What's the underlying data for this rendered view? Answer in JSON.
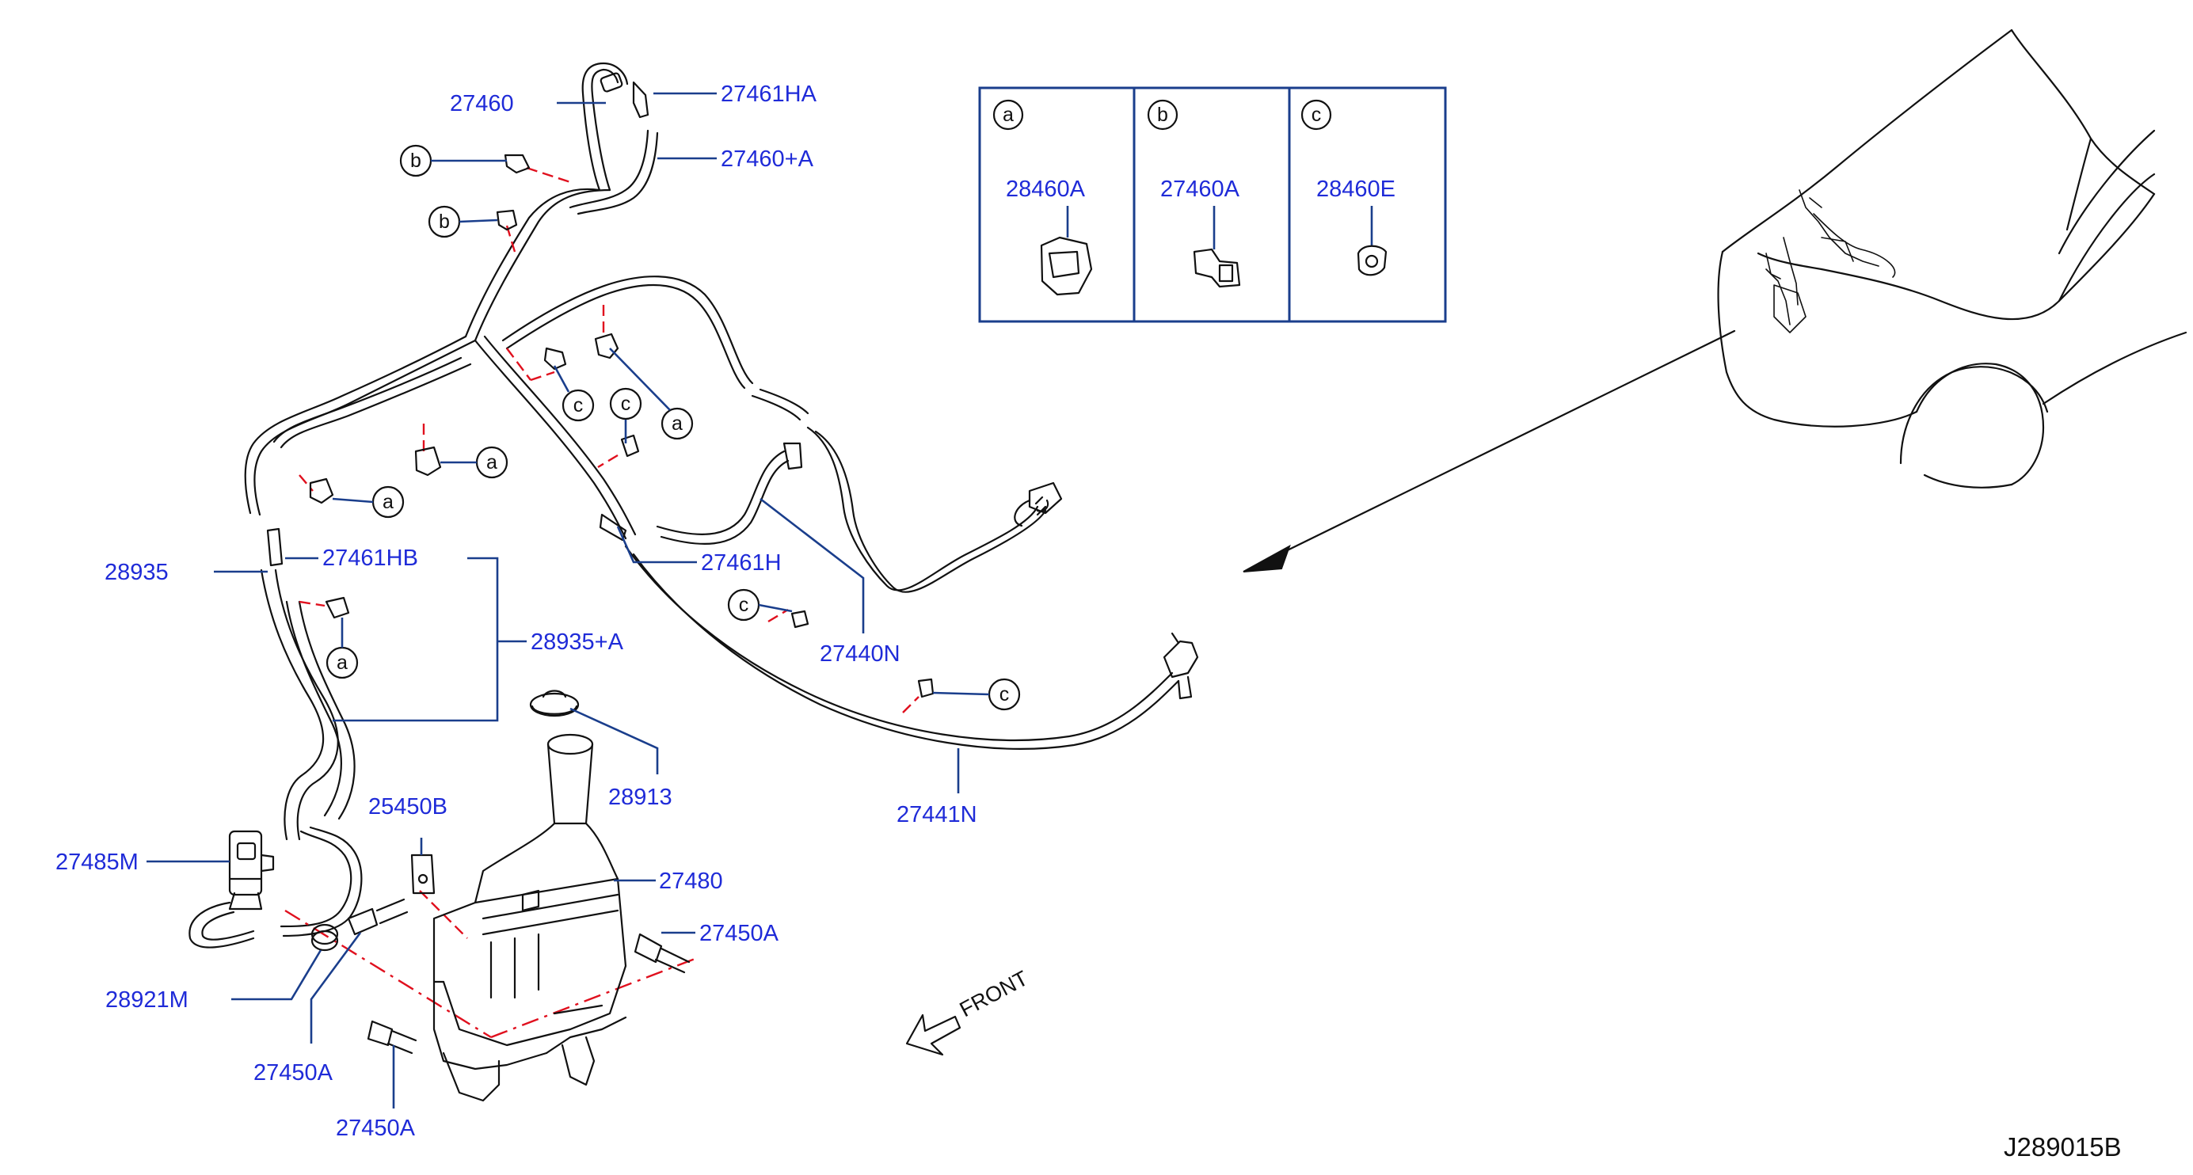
{
  "parts": {
    "p27460": "27460",
    "p27461HA": "27461HA",
    "p27460A_plus": "27460+A",
    "p28935": "28935",
    "p27461HB": "27461HB",
    "p28935A_plus": "28935+A",
    "p27461H": "27461H",
    "p27440N": "27440N",
    "p27441N": "27441N",
    "p28913": "28913",
    "p25450B": "25450B",
    "p27480": "27480",
    "p27450A_right": "27450A",
    "p27485M": "27485M",
    "p28921M": "28921M",
    "p27450A_bottom1": "27450A",
    "p27450A_bottom2": "27450A"
  },
  "callouts": {
    "a": "a",
    "b": "b",
    "c": "c"
  },
  "legend": [
    {
      "letter": "a",
      "part": "28460A"
    },
    {
      "letter": "b",
      "part": "27460A"
    },
    {
      "letter": "c",
      "part": "28460E"
    }
  ],
  "front_label": "FRONT",
  "diagram_code": "J289015B",
  "colors": {
    "label_text": "#1f2bd8",
    "leader_line": "#1a3e8c",
    "hidden_line": "#e0101e",
    "outline": "#111111"
  }
}
